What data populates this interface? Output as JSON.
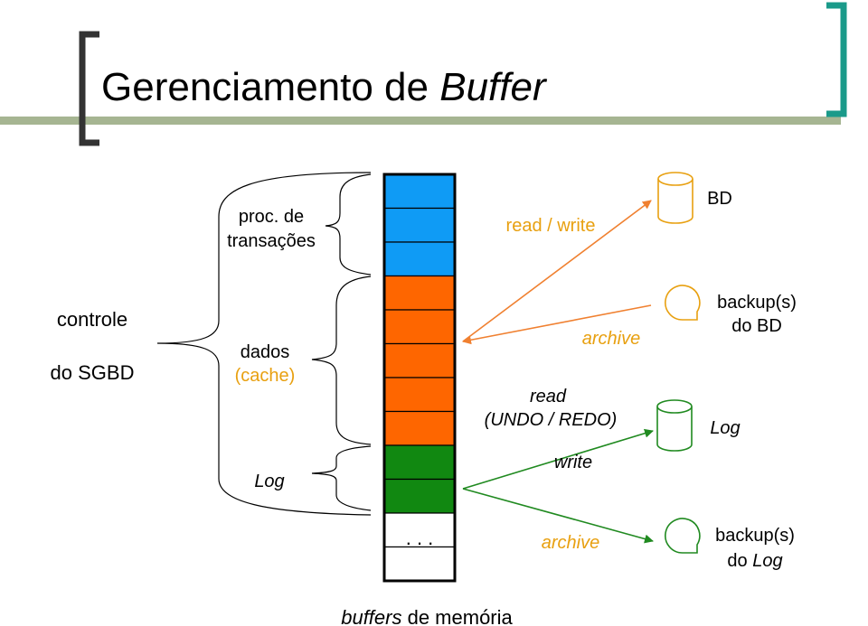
{
  "slide": {
    "title_plain": "Gerenciamento de ",
    "title_italic": "Buffer"
  },
  "colors": {
    "accent_bar": "#a6b592",
    "bracket_right": "#1a9a8a",
    "blue": "#0f9bf5",
    "orange": "#fe6600",
    "green": "#118811",
    "gold": "#e8a010",
    "arrow_orange": "#f08030",
    "arrow_green": "#208a20"
  },
  "left": {
    "controle": "controle",
    "do_sgbd": "do SGBD",
    "proc_line1": "proc. de",
    "proc_line2": "transações",
    "dados": "dados",
    "cache": "(cache)",
    "log": "Log"
  },
  "buffer": {
    "dots": ". . .",
    "caption_italic": "buffers",
    "caption_plain": " de memória",
    "segments": [
      {
        "group": "transacoes",
        "color": "blue"
      },
      {
        "group": "transacoes",
        "color": "blue"
      },
      {
        "group": "transacoes",
        "color": "blue"
      },
      {
        "group": "dados",
        "color": "orange"
      },
      {
        "group": "dados",
        "color": "orange"
      },
      {
        "group": "dados",
        "color": "orange"
      },
      {
        "group": "dados",
        "color": "orange"
      },
      {
        "group": "dados",
        "color": "orange"
      },
      {
        "group": "log",
        "color": "green"
      },
      {
        "group": "log",
        "color": "green"
      },
      {
        "group": "livre",
        "color": "white"
      },
      {
        "group": "livre",
        "color": "white"
      }
    ]
  },
  "arrows": {
    "read_write": "read / write",
    "archive_bd": "archive",
    "read": "read",
    "undo_redo": "(UNDO / REDO)",
    "write": "write",
    "archive_log": "archive"
  },
  "right": {
    "bd": "BD",
    "backup_bd_1": "backup(s)",
    "backup_bd_2": "do BD",
    "log": "Log",
    "backup_log_1": "backup(s)",
    "backup_log_2_plain": "do ",
    "backup_log_2_italic": "Log"
  }
}
